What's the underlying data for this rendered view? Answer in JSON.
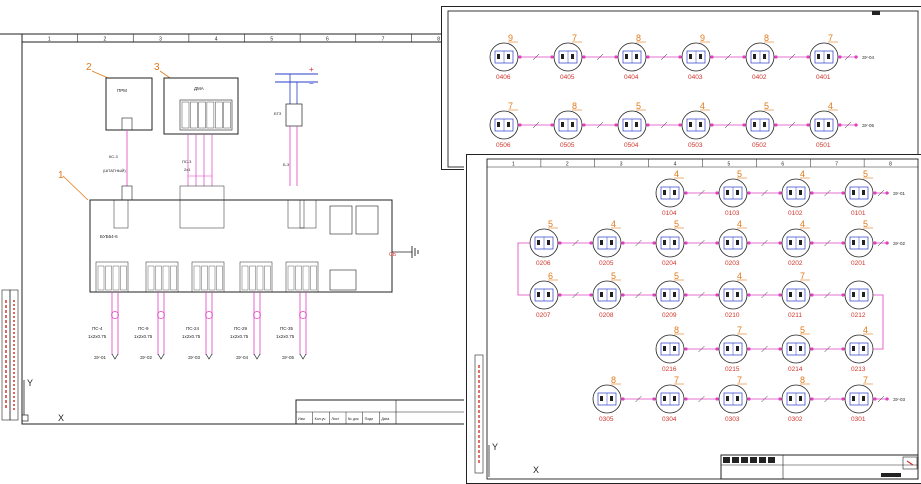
{
  "sheet_a": {
    "column_numbers": [
      "1",
      "2",
      "3",
      "4",
      "5",
      "6",
      "7",
      "8"
    ],
    "callouts": [
      "1",
      "2",
      "3"
    ],
    "device_left_label": "ПРМ",
    "device_center_label": "ДМА",
    "cable_top": "КС-3",
    "cable_top_sub": "(ШТАТНЫЙ)",
    "cable_center": "ПС-3",
    "cable_center_sub": "2х1",
    "switch_label": "БТЗ",
    "switch_bottom": "Б-3",
    "main_unit_label": "БУБ54-6",
    "ground_label": "ОБ",
    "plus": "+",
    "minus": "−",
    "bottom_cables": [
      {
        "code": "ПС-4",
        "size": "1х2х0.75",
        "dest": "ЗУ-01"
      },
      {
        "code": "ПС-9",
        "size": "1х2х0.75",
        "dest": "ЗУ-02"
      },
      {
        "code": "ПС-24",
        "size": "1х2х0.75",
        "dest": "ЗУ-03"
      },
      {
        "code": "ПС-29",
        "size": "1х2х0.75",
        "dest": "ЗУ-04"
      },
      {
        "code": "ПС-35",
        "size": "1х2х0.75",
        "dest": "ЗУ-05"
      }
    ],
    "title_block_cells": [
      "Изм",
      "Кол.уч",
      "Лист",
      "№ док",
      "Подп",
      "Дата"
    ],
    "axis_y": "Y",
    "axis_x": "X"
  },
  "sheet_b": {
    "rows": [
      {
        "numbers": [
          "9",
          "7",
          "8",
          "9",
          "8",
          "7"
        ],
        "codes": [
          "0406",
          "0405",
          "0404",
          "0403",
          "0402",
          "0401"
        ],
        "end_label": "ЗУ-04"
      },
      {
        "numbers": [
          "7",
          "8",
          "5",
          "4",
          "5",
          "4"
        ],
        "codes": [
          "0506",
          "0505",
          "0504",
          "0503",
          "0502",
          "0501"
        ],
        "end_label": "ЗУ-05"
      }
    ]
  },
  "sheet_c": {
    "column_numbers": [
      "1",
      "2",
      "3",
      "4",
      "5",
      "6",
      "7",
      "8"
    ],
    "rows": [
      {
        "numbers": [
          "4",
          "5",
          "4",
          "5"
        ],
        "codes": [
          "0104",
          "0103",
          "0102",
          "0101"
        ],
        "end_label": "ЗУ-01"
      },
      {
        "numbers": [
          "5",
          "4",
          "5",
          "4",
          "4",
          "5"
        ],
        "codes": [
          "0206",
          "0205",
          "0204",
          "0203",
          "0202",
          "0201"
        ],
        "end_label": "ЗУ-02"
      },
      {
        "numbers": [
          "6",
          "5",
          "5",
          "4",
          "7"
        ],
        "codes": [
          "0207",
          "0208",
          "0209",
          "0210",
          "0211",
          "0212"
        ],
        "end_label": ""
      },
      {
        "numbers": [
          "8",
          "7",
          "5",
          "4"
        ],
        "codes": [
          "0216",
          "0215",
          "0214",
          "0213"
        ],
        "end_label": ""
      },
      {
        "numbers": [
          "8",
          "7",
          "7",
          "8",
          "7"
        ],
        "codes": [
          "0305",
          "0304",
          "0303",
          "0302",
          "0301"
        ],
        "end_label": "ЗУ-03"
      }
    ],
    "axis_y": "Y",
    "axis_x": "X"
  },
  "colors": {
    "line": "#222222",
    "pink": "#e040c0",
    "blue": "#2a3cc8",
    "orange": "#e07a1a",
    "red": "#d2342a"
  }
}
